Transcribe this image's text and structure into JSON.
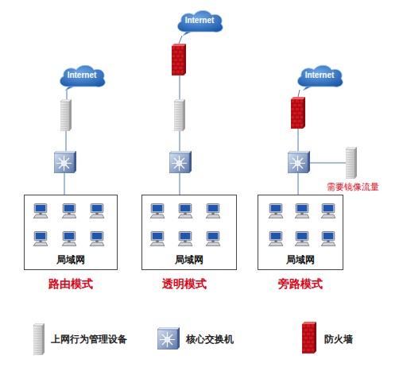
{
  "diagram": {
    "nodes": [
      {
        "text": [
          "Internet"
        ]
      },
      {
        "text": [
          "Internet"
        ]
      },
      {
        "text": [
          "Internet"
        ]
      },
      {
        "text": [
          "局域网"
        ]
      },
      {
        "text": [
          "局域网"
        ]
      },
      {
        "text": [
          "局域网"
        ]
      }
    ],
    "labels": [
      "路由模式",
      "透明模式",
      "旁路模式",
      "需要镜像流量"
    ],
    "legend": [
      {
        "text": "上网行为管理设备"
      },
      {
        "text": "核心交换机"
      },
      {
        "text": "防火墙"
      }
    ]
  }
}
